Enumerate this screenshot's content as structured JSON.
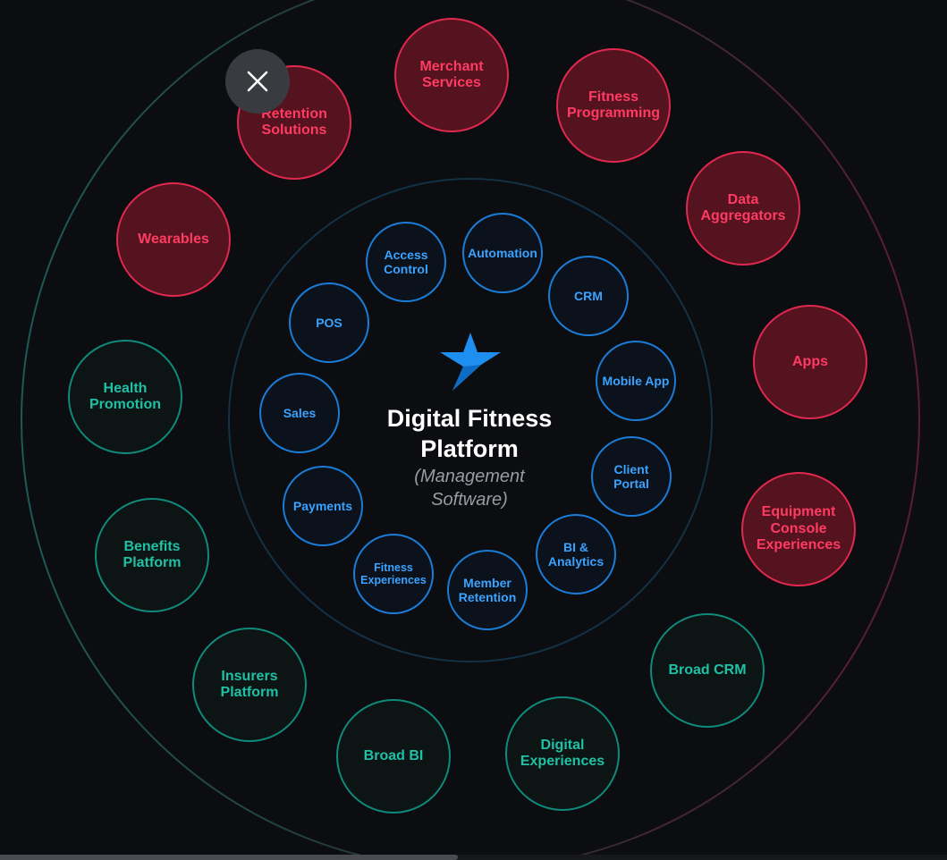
{
  "center": {
    "title_line1": "Digital Fitness",
    "title_line2": "Platform",
    "subtitle_line1": "(Management",
    "subtitle_line2": "Software)",
    "logo_icon": "star-logo-icon"
  },
  "close_button": {
    "icon": "close-icon"
  },
  "colors": {
    "red": "#e0294f",
    "teal": "#0f8a7b",
    "blue": "#1a7cd6",
    "background": "#0c0d10"
  },
  "outer_nodes": [
    {
      "label": "Merchant Services",
      "color": "red"
    },
    {
      "label": "Fitness Programming",
      "color": "red"
    },
    {
      "label": "Data Aggregators",
      "color": "red"
    },
    {
      "label": "Apps",
      "color": "red"
    },
    {
      "label": "Equipment Console Experiences",
      "color": "red"
    },
    {
      "label": "Broad CRM",
      "color": "teal"
    },
    {
      "label": "Digital Experiences",
      "color": "teal"
    },
    {
      "label": "Broad BI",
      "color": "teal"
    },
    {
      "label": "Insurers Platform",
      "color": "teal"
    },
    {
      "label": "Benefits Platform",
      "color": "teal"
    },
    {
      "label": "Health Promotion",
      "color": "teal"
    },
    {
      "label": "Wearables",
      "color": "red"
    },
    {
      "label": "Retention Solutions",
      "color": "red"
    }
  ],
  "inner_nodes": [
    {
      "label": "Automation"
    },
    {
      "label": "CRM"
    },
    {
      "label": "Mobile App"
    },
    {
      "label": "Client Portal"
    },
    {
      "label": "BI & Analytics"
    },
    {
      "label": "Member Retention"
    },
    {
      "label": "Fitness Experiences"
    },
    {
      "label": "Payments"
    },
    {
      "label": "Sales"
    },
    {
      "label": "POS"
    },
    {
      "label": "Access Control"
    }
  ]
}
